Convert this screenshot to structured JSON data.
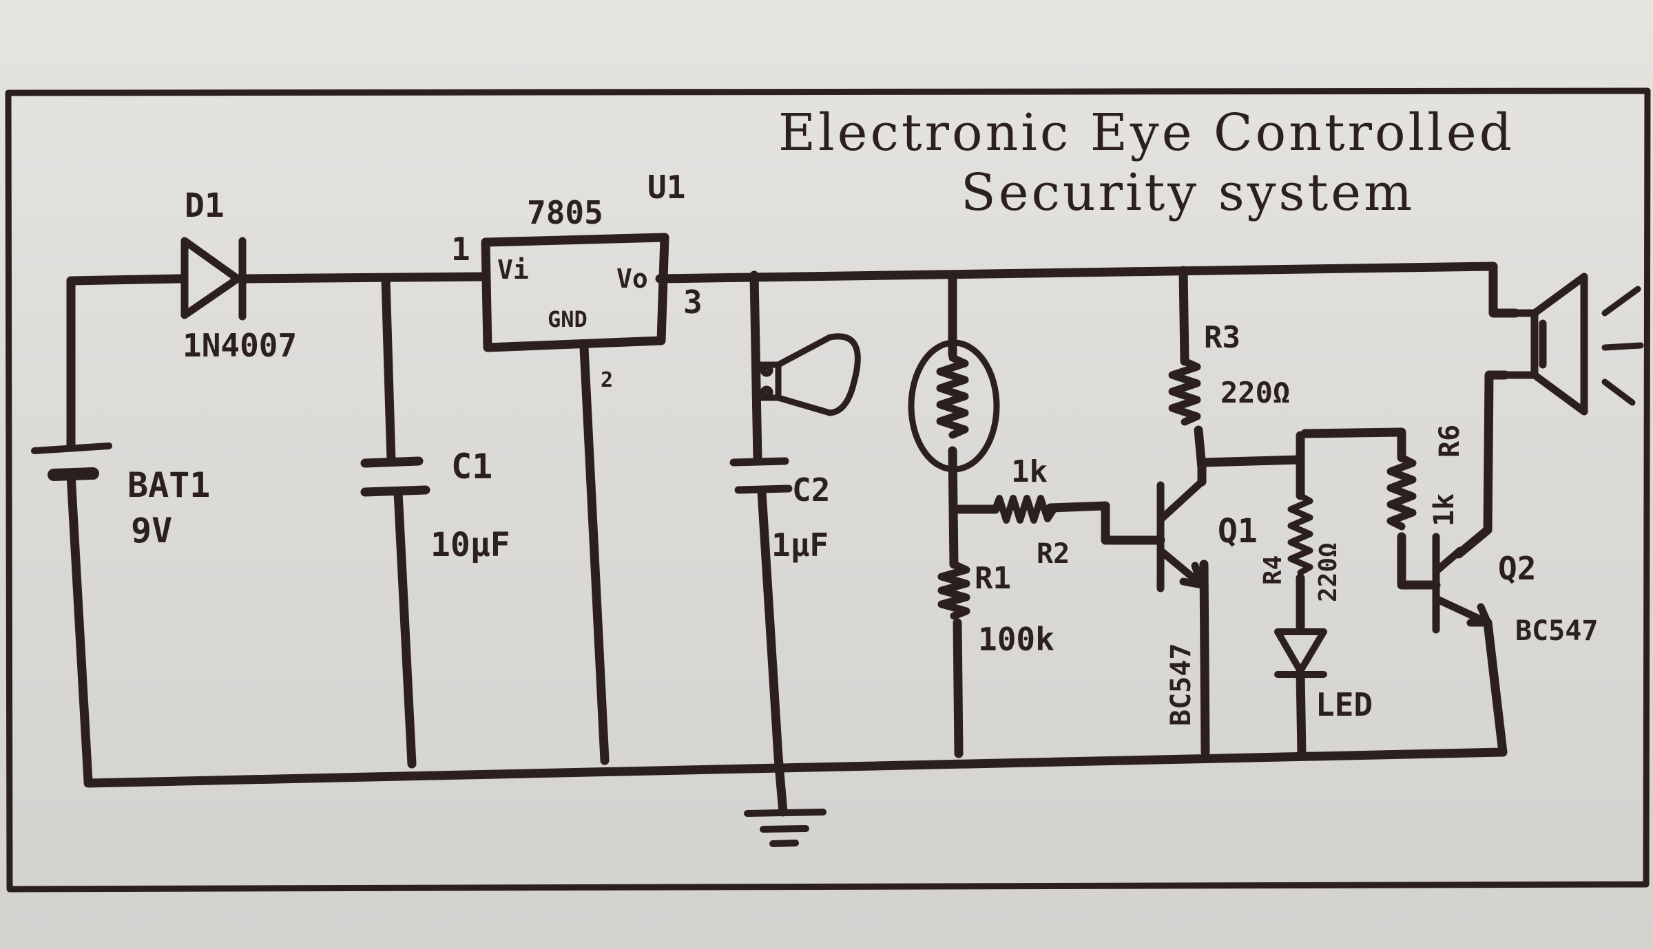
{
  "title": {
    "line1": "Electronic Eye Controlled",
    "line2": "Security system"
  },
  "labels": {
    "d1": "D1",
    "d1_part": "1N4007",
    "u1": "U1",
    "u1_part": "7805",
    "u1_pin_in": "1",
    "u1_pin_out": "3",
    "u1_pin_gnd": "2",
    "u1_vi": "Vi",
    "u1_vo": "Vo",
    "u1_gnd": "GND",
    "bat": "BAT1",
    "bat_value": "9V",
    "c1": "C1",
    "c1_value": "10μF",
    "c2": "C2",
    "c2_value": "1μF",
    "r1": "R1",
    "r1_value": "100k",
    "r2": "R2",
    "r2_value": "1k",
    "r3": "R3",
    "r3_value": "220Ω",
    "r4": "R4",
    "r4_value": "220Ω",
    "r6": "R6",
    "r6_value": "1k",
    "q1": "Q1",
    "q1_part": "BC547",
    "q2": "Q2",
    "q2_part": "BC547",
    "led": "LED"
  }
}
